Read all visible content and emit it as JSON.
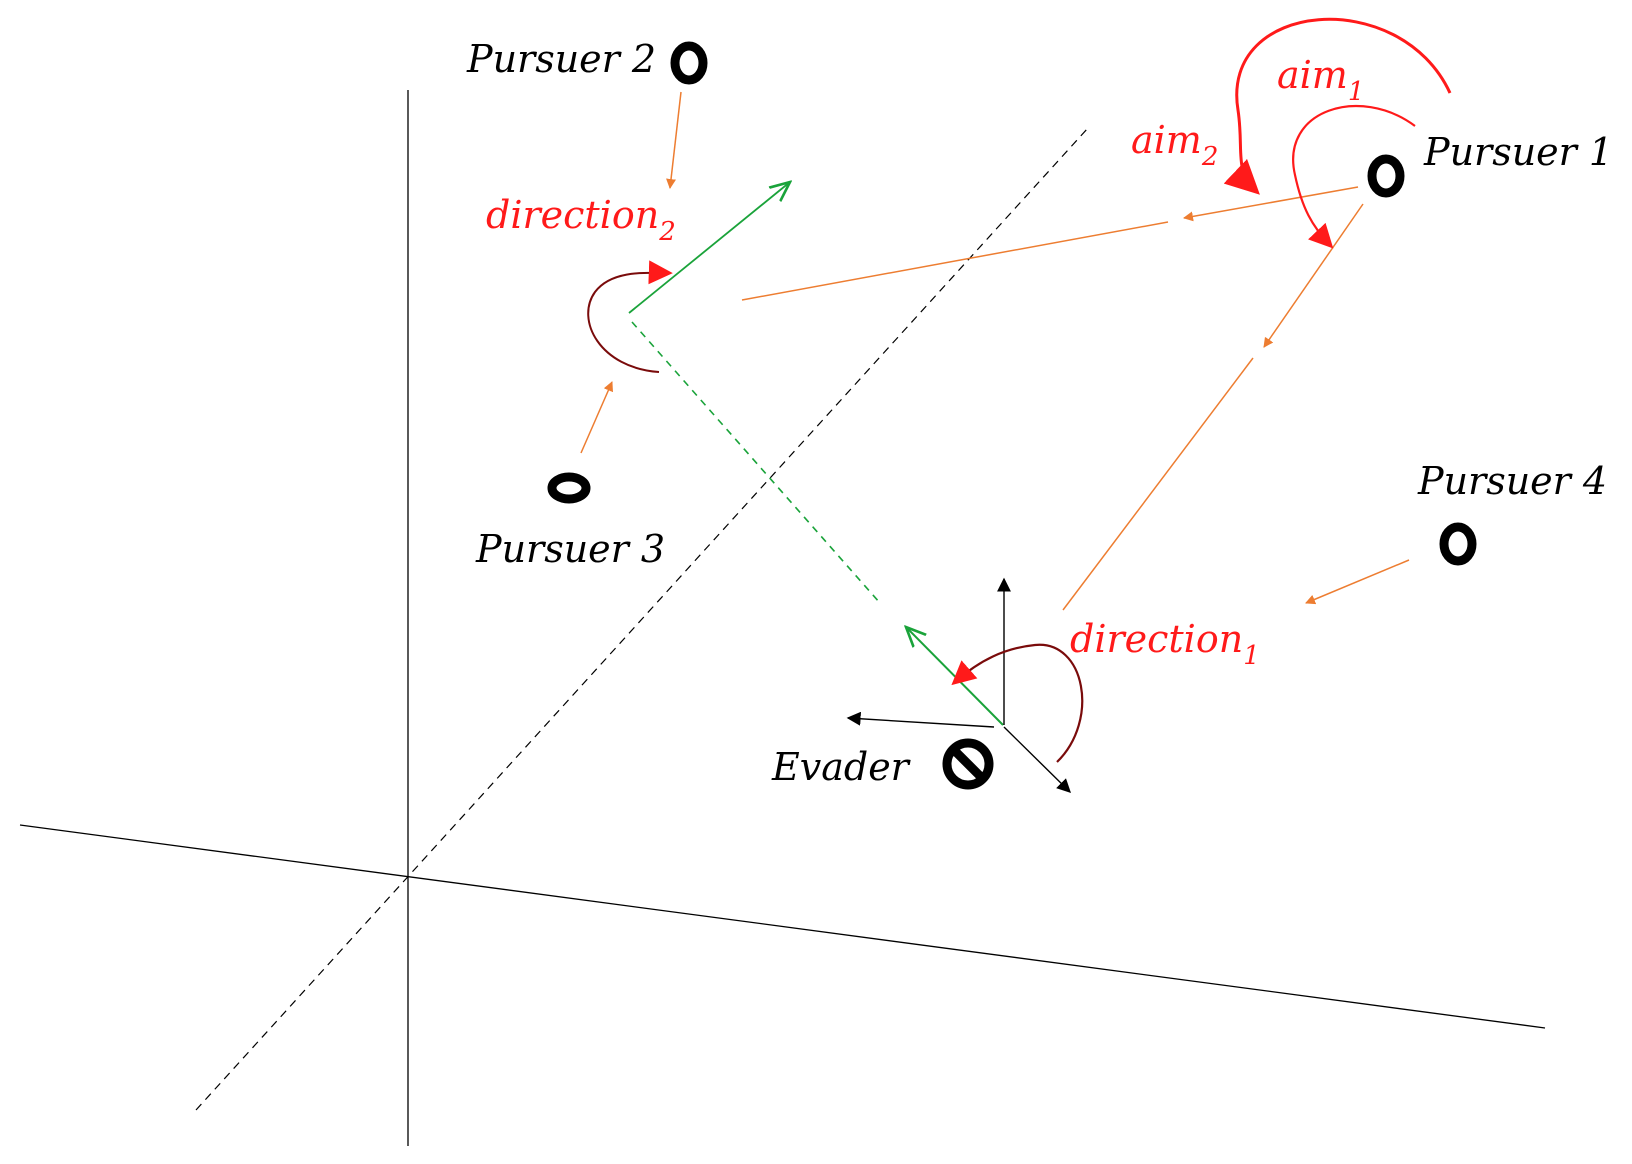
{
  "colors": {
    "agent": "#000000",
    "axis": "#000000",
    "orange_arrow": "#ed7d31",
    "green_vector": "#1aa33a",
    "red_label": "#ff1a1a",
    "dark_red_arc": "#7a0b0b",
    "bright_red_arc": "#ff1a1a"
  },
  "agents": {
    "pursuer_1": "Pursuer 1",
    "pursuer_2": "Pursuer 2",
    "pursuer_3": "Pursuer 3",
    "pursuer_4": "Pursuer 4",
    "evader": "Evader"
  },
  "angles": {
    "aim_1": {
      "base": "aim",
      "sub": "1"
    },
    "aim_2": {
      "base": "aim",
      "sub": "2"
    },
    "direction_1": {
      "base": "direction",
      "sub": "1"
    },
    "direction_2": {
      "base": "direction",
      "sub": "2"
    }
  }
}
